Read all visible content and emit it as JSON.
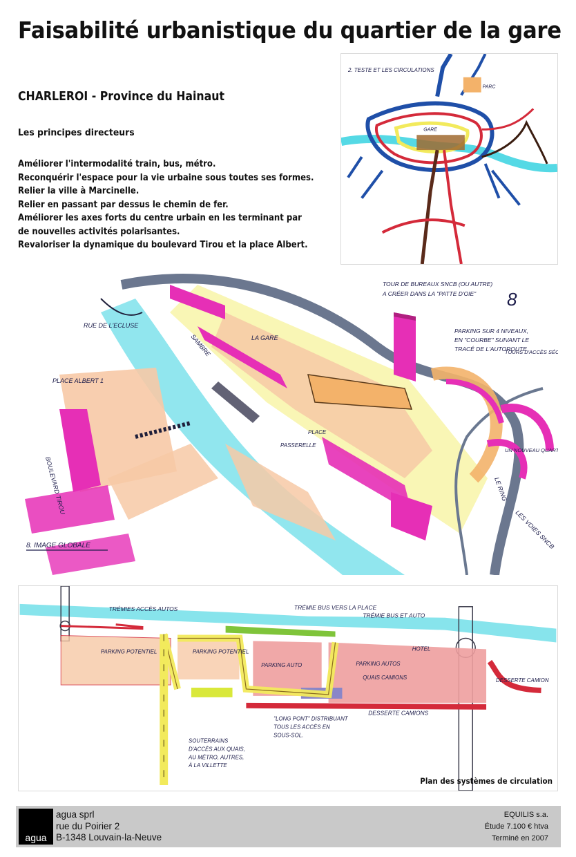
{
  "title": "Faisabilité urbanistique du quartier de la gare",
  "subtitle": "CHARLEROI - Province du Hainaut",
  "principles_heading": "Les principes directeurs",
  "principles": [
    "Améliorer l'intermodalité train, bus, métro.",
    "Reconquérir l'espace pour la vie urbaine sous toutes ses formes.",
    "Relier la ville à Marcinelle.",
    "Relier en passant par dessus le chemin de fer.",
    "Améliorer les axes forts du centre urbain en les terminant par",
    "de nouvelles activités polarisantes.",
    "Revaloriser la dynamique du boulevard Tirou et la place Albert."
  ],
  "map_sketch": {
    "labels": [
      "2. TESTE ET LES CIRCULATIONS",
      "PARC",
      "GARE"
    ]
  },
  "aerial_sketch": {
    "labels": [
      "RUE DE L'ECLUSE",
      "PLACE ALBERT 1",
      "BOULEVARD TIROU",
      "SAMBRE",
      "LA GARE",
      "PLACE",
      "PASSERELLE",
      "TOUR DE BUREAUX SNCB (OU AUTRE)",
      "A CRÉER DANS LA \"PATTE D'OIE\"",
      "PARKING SUR 4 NIVEAUX,",
      "EN \"COURBE\" SUIVANT LE",
      "TRACÉ DE L'AUTOROUTE",
      "TOURS D'ACCÈS SÉCURISÉES",
      "UN NOUVEAU QUARTIER URBAIN",
      "LE RING",
      "LES VOIES SNCB",
      "8. IMAGE GLOBALE"
    ]
  },
  "plan_sketch": {
    "labels": [
      "TRÉMIES ACCÈS AUTOS",
      "TRÉMIE BUS VERS LA PLACE",
      "TRÉMIE BUS ET AUTO",
      "PARKING POTENTIEL",
      "PARKING POTENTIEL",
      "PARKING AUTO",
      "PARKING AUTOS",
      "QUAIS CAMIONS",
      "HOTEL",
      "DESSERTE CAMION",
      "DESSERTE CAMIONS",
      "\"LONG PONT\" DISTRIBUANT",
      "TOUS LES ACCÈS EN",
      "SOUS-SOL.",
      "SOUTERRAINS",
      "D'ACCÈS AUX QUAIS,",
      "AU MÉTRO, AUTRES,",
      "À LA VILLETTE"
    ],
    "caption": "Plan des systèmes de circulation"
  },
  "footer": {
    "logo_text": "agua",
    "company": "agua sprl",
    "street": "rue du Poirier 2",
    "city": "B-1348 Louvain-la-Neuve",
    "client": "EQUILIS s.a.",
    "budget": "Étude 7.100 € htva",
    "status": "Terminé en 2007"
  },
  "colors": {
    "magenta": "#e62fb6",
    "cyan": "#37d2e0",
    "yellow": "#f2ea5c",
    "orange": "#f3b26a",
    "peach": "#f7c9a6",
    "salmon": "#ee9f9f",
    "red": "#d42a3a",
    "blue": "#1f4fa8",
    "footer_bg": "#c9c9c9"
  }
}
